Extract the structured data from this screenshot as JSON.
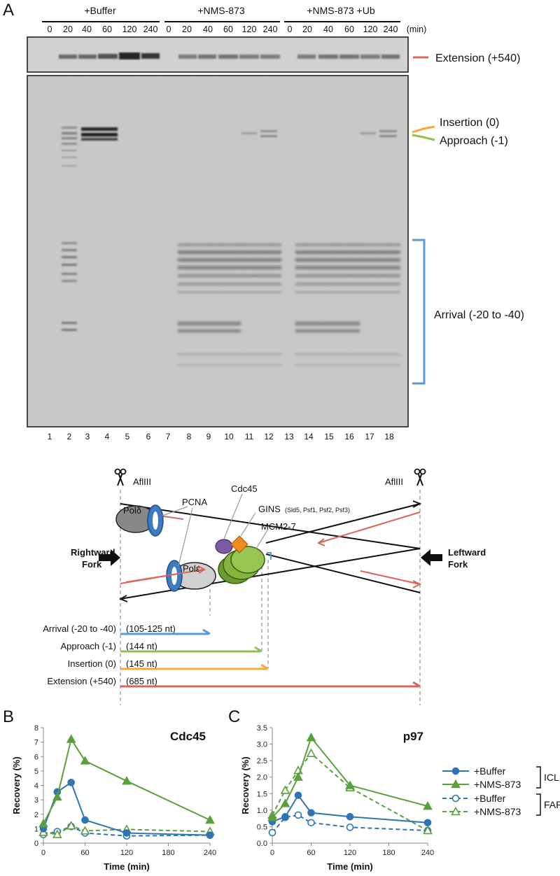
{
  "panelA": {
    "letter": "A",
    "conditions": [
      "+Buffer",
      "+NMS-873",
      "+NMS-873 +Ub"
    ],
    "timepoints": [
      "0",
      "20",
      "40",
      "60",
      "120",
      "240"
    ],
    "time_unit": "(min)",
    "lane_numbers": [
      "1",
      "2",
      "3",
      "4",
      "5",
      "6",
      "7",
      "8",
      "9",
      "10",
      "11",
      "12",
      "13",
      "14",
      "15",
      "16",
      "17",
      "18"
    ],
    "band_labels": {
      "extension": "Extension (+540)",
      "insertion": "Insertion (0)",
      "approach": "Approach (-1)",
      "arrival": "Arrival (-20 to -40)"
    }
  },
  "schematic": {
    "restriction_site": "AflIII",
    "proteins": {
      "pold": "Polδ",
      "pcna": "PCNA",
      "pole": "Polε",
      "cdc45": "Cdc45",
      "gins": "GINS",
      "gins_sub": "(Sld5, Psf1, Psf2, Psf3)",
      "mcm": "MCM2-7"
    },
    "forks": {
      "right_1": "Rightward",
      "right_2": "Fork",
      "left_1": "Leftward",
      "left_2": "Fork"
    },
    "products": [
      {
        "label": "Arrival (-20 to -40)",
        "size": "(105-125 nt)",
        "color": "#5b9bd5"
      },
      {
        "label": "Approach (-1)",
        "size": "(144 nt)",
        "color": "#92c050"
      },
      {
        "label": "Insertion (0)",
        "size": "(145 nt)",
        "color": "#f6a93b"
      },
      {
        "label": "Extension (+540)",
        "size": "(685 nt)",
        "color": "#d9655b"
      }
    ]
  },
  "panelB": {
    "letter": "B",
    "title": "Cdc45"
  },
  "panelC": {
    "letter": "C",
    "title": "p97"
  },
  "legend": {
    "items": [
      "+Buffer",
      "+NMS-873",
      "+Buffer",
      "+NMS-873"
    ],
    "groups": [
      "ICL",
      "FAR"
    ]
  },
  "colors": {
    "blue": "#2e75b6",
    "green": "#5aa03c"
  },
  "chart_data": [
    {
      "type": "line",
      "title": "Cdc45",
      "xlabel": "Time (min)",
      "ylabel": "Recovery (%)",
      "xlim": [
        0,
        240
      ],
      "ylim": [
        0,
        8
      ],
      "xticks": [
        0,
        60,
        120,
        180,
        240
      ],
      "yticks": [
        0,
        1,
        2,
        3,
        4,
        5,
        6,
        7,
        8
      ],
      "x": [
        0,
        20,
        40,
        60,
        120,
        240
      ],
      "series": [
        {
          "name": "+Buffer",
          "group": "ICL",
          "values": [
            1.0,
            3.55,
            4.2,
            1.6,
            0.7,
            0.55
          ],
          "color": "#2e75b6",
          "style": "solid",
          "marker": "circle-filled"
        },
        {
          "name": "+NMS-873",
          "group": "ICL",
          "values": [
            1.35,
            3.2,
            7.2,
            5.7,
            4.3,
            1.6
          ],
          "color": "#5aa03c",
          "style": "solid",
          "marker": "triangle-filled"
        },
        {
          "name": "+Buffer",
          "group": "FAR",
          "values": [
            0.6,
            0.8,
            1.15,
            0.7,
            0.5,
            0.55
          ],
          "color": "#2e75b6",
          "style": "dashed",
          "marker": "circle-open"
        },
        {
          "name": "+NMS-873",
          "group": "FAR",
          "values": [
            0.75,
            0.6,
            1.2,
            0.85,
            0.95,
            0.8
          ],
          "color": "#5aa03c",
          "style": "dashed",
          "marker": "triangle-open"
        }
      ]
    },
    {
      "type": "line",
      "title": "p97",
      "xlabel": "Time (min)",
      "ylabel": "Recovery (%)",
      "xlim": [
        0,
        240
      ],
      "ylim": [
        0,
        3.5
      ],
      "xticks": [
        0,
        60,
        120,
        180,
        240
      ],
      "yticks": [
        0.0,
        0.5,
        1.0,
        1.5,
        2.0,
        2.5,
        3.0,
        3.5
      ],
      "x": [
        0,
        20,
        40,
        60,
        120,
        240
      ],
      "series": [
        {
          "name": "+Buffer",
          "group": "ICL",
          "values": [
            0.65,
            0.8,
            1.45,
            0.92,
            0.8,
            0.62
          ],
          "color": "#2e75b6",
          "style": "solid",
          "marker": "circle-filled"
        },
        {
          "name": "+NMS-873",
          "group": "ICL",
          "values": [
            0.78,
            1.2,
            2.0,
            3.2,
            1.75,
            1.12
          ],
          "color": "#5aa03c",
          "style": "solid",
          "marker": "triangle-filled"
        },
        {
          "name": "+Buffer",
          "group": "FAR",
          "values": [
            0.32,
            0.78,
            0.85,
            0.62,
            0.48,
            0.38
          ],
          "color": "#2e75b6",
          "style": "dashed",
          "marker": "circle-open"
        },
        {
          "name": "+NMS-873",
          "group": "FAR",
          "values": [
            0.85,
            1.6,
            2.2,
            2.72,
            1.68,
            0.38
          ],
          "color": "#5aa03c",
          "style": "dashed",
          "marker": "triangle-open"
        }
      ]
    }
  ]
}
